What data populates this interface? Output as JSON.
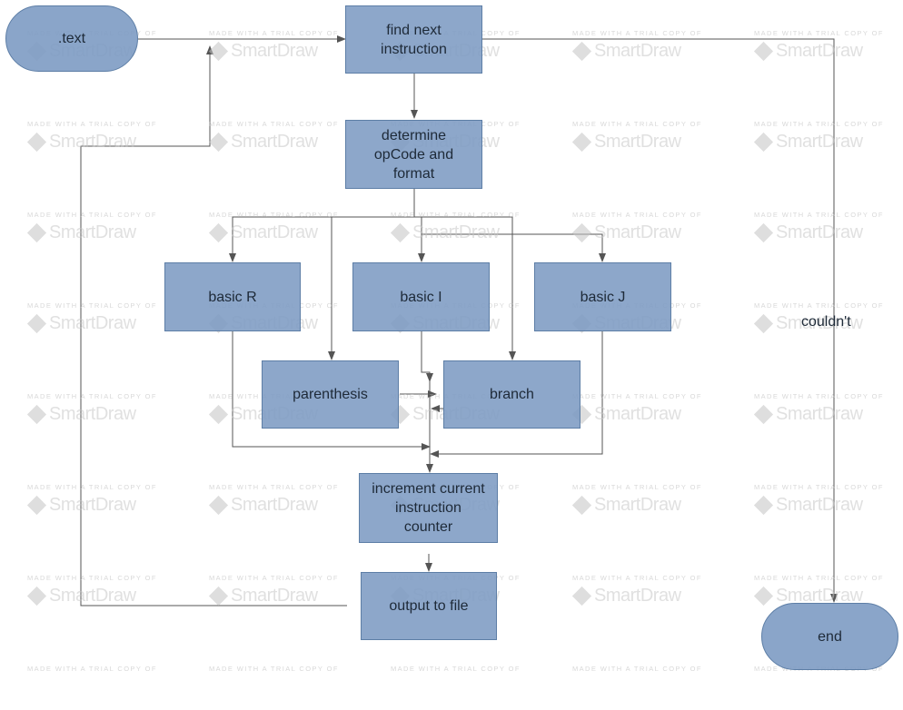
{
  "watermark": {
    "tagline": "MADE WITH A TRIAL COPY OF",
    "brand": "SmartDraw",
    "icon": "smartdraw-diamond-icon"
  },
  "nodes": {
    "text_start": ".text",
    "find_next": "find next\ninstruction",
    "determine": "determine\nopCode and\nformat",
    "basic_r": "basic R",
    "basic_i": "basic I",
    "basic_j": "basic J",
    "parenthesis": "parenthesis",
    "branch": "branch",
    "increment": "increment current\ninstruction\ncounter",
    "output": "output to file",
    "end": "end"
  },
  "edge_labels": {
    "couldnt": "couldn't"
  },
  "colors": {
    "node_fill": "#7d9bc3",
    "node_border": "#5d7ea6",
    "connector": "#555555"
  }
}
